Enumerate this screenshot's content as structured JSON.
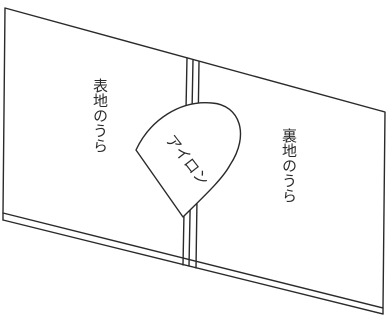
{
  "labels": {
    "left_panel": "表地のうら",
    "right_panel": "裏地のうら",
    "iron": "アイロン"
  }
}
